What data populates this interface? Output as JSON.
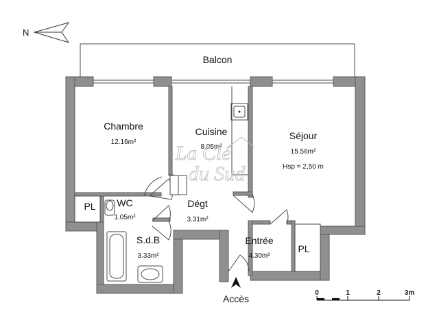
{
  "rooms": {
    "balcon": {
      "name": "Balcon"
    },
    "chambre": {
      "name": "Chambre",
      "area": "12.16m²"
    },
    "cuisine": {
      "name": "Cuisine",
      "area": "8.05m²"
    },
    "sejour": {
      "name": "Séjour",
      "area": "15.56m²",
      "height": "Hsp = 2,50 m"
    },
    "wc": {
      "name": "WC",
      "area": "1.05m²"
    },
    "pl1": {
      "name": "PL"
    },
    "degt": {
      "name": "Dégt",
      "area": "3.31m²"
    },
    "sdb": {
      "name": "S.d.B",
      "area": "3.33m²"
    },
    "entree": {
      "name": "Entrée",
      "area": "4.30m²"
    },
    "pl2": {
      "name": "PL"
    }
  },
  "access": {
    "label": "Accès"
  },
  "compass": {
    "label": "N"
  },
  "scale": {
    "ticks": [
      "0",
      "1",
      "2",
      "3m"
    ]
  },
  "watermark": {
    "line1": "La Clé",
    "line2": "du Sud"
  }
}
